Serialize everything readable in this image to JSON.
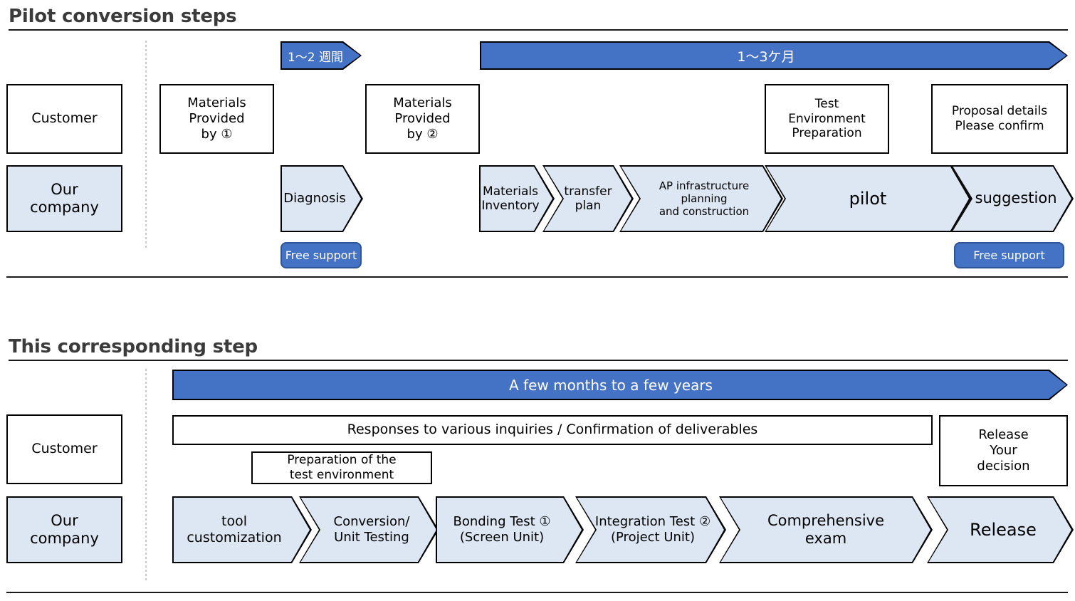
{
  "colors": {
    "accent_blue": "#4472c4",
    "accent_blue_dark": "#2f5597",
    "light_blue_fill": "#dce7f3",
    "title_gray": "#3b3b3b",
    "outline_black": "#000000"
  },
  "top_section": {
    "title": "Pilot conversion steps",
    "duration_arrows": [
      {
        "label": "1〜2 週間"
      },
      {
        "label": "1〜3ケ月"
      }
    ],
    "lanes": [
      {
        "name": "Customer"
      },
      {
        "name": "Our\ncompany",
        "line1": "Our",
        "line2": "company"
      }
    ],
    "customer_boxes": [
      {
        "lines": [
          "Materials",
          "Provided",
          "by ①"
        ]
      },
      {
        "lines": [
          "Materials",
          "Provided",
          "by ②"
        ]
      },
      {
        "lines": [
          "Test",
          "Environment",
          "Preparation"
        ]
      },
      {
        "lines": [
          "Proposal details",
          "Please confirm"
        ]
      }
    ],
    "company_steps": [
      {
        "label": "Diagnosis"
      },
      {
        "lines": [
          "Materials",
          "Inventory"
        ]
      },
      {
        "lines": [
          "transfer",
          "plan"
        ]
      },
      {
        "lines": [
          "AP infrastructure",
          "planning",
          "and construction"
        ]
      },
      {
        "label": "pilot"
      },
      {
        "label": "suggestion"
      }
    ],
    "badges": [
      {
        "label": "Free support"
      },
      {
        "label": "Free support"
      }
    ]
  },
  "bottom_section": {
    "title": "This corresponding step",
    "duration_arrow": {
      "label": "A few months to a few years"
    },
    "lanes": [
      {
        "name": "Customer"
      },
      {
        "name": "Our company",
        "line1": "Our",
        "line2": "company"
      }
    ],
    "customer_boxes": [
      {
        "label": "Responses to various inquiries / Confirmation of deliverables"
      },
      {
        "lines": [
          "Preparation of the",
          "test environment"
        ]
      },
      {
        "lines": [
          "Release",
          "Your",
          "decision"
        ]
      }
    ],
    "company_steps": [
      {
        "lines": [
          "tool",
          "customization"
        ]
      },
      {
        "lines": [
          "Conversion/",
          "Unit Testing"
        ]
      },
      {
        "lines": [
          "Bonding Test ①",
          "(Screen Unit)"
        ]
      },
      {
        "lines": [
          "Integration Test ②",
          "(Project Unit)"
        ]
      },
      {
        "lines": [
          "Comprehensive",
          "exam"
        ]
      },
      {
        "label": "Release"
      }
    ]
  }
}
